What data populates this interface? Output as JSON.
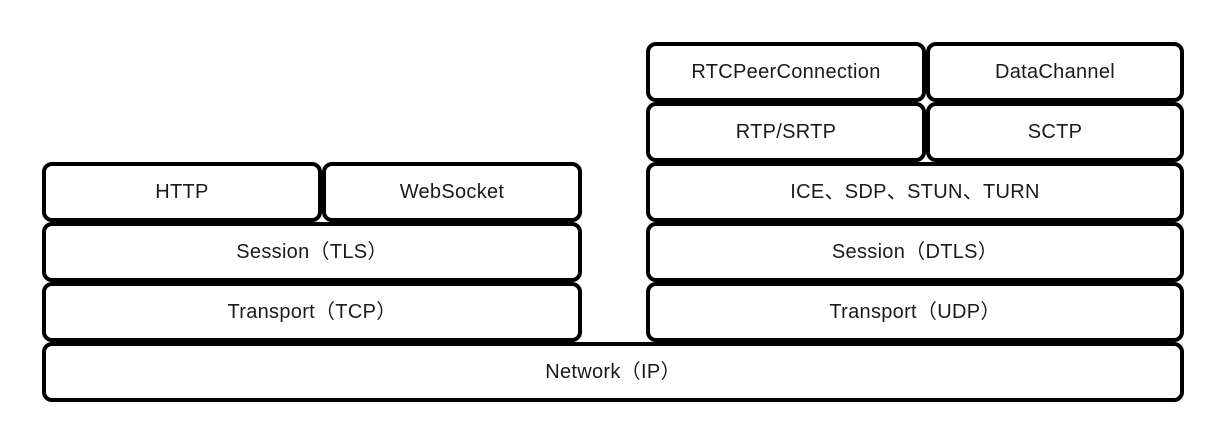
{
  "diagram": {
    "kind": "protocol-stack-comparison",
    "colors": {
      "background": "#ffffff",
      "box_border": "#000000",
      "box_fill": "#ffffff",
      "text": "#1a1a1a"
    },
    "left_stack": {
      "application": {
        "http": "HTTP",
        "websocket": "WebSocket"
      },
      "session": "Session（TLS）",
      "transport": "Transport（TCP）"
    },
    "right_stack": {
      "api": {
        "rtc_peer_connection": "RTCPeerConnection",
        "data_channel": "DataChannel"
      },
      "media_transport": {
        "rtp_srtp": "RTP/SRTP",
        "sctp": "SCTP"
      },
      "signaling": "ICE、SDP、STUN、TURN",
      "session": "Session（DTLS）",
      "transport": "Transport（UDP）"
    },
    "base": {
      "network": "Network（IP）"
    }
  }
}
